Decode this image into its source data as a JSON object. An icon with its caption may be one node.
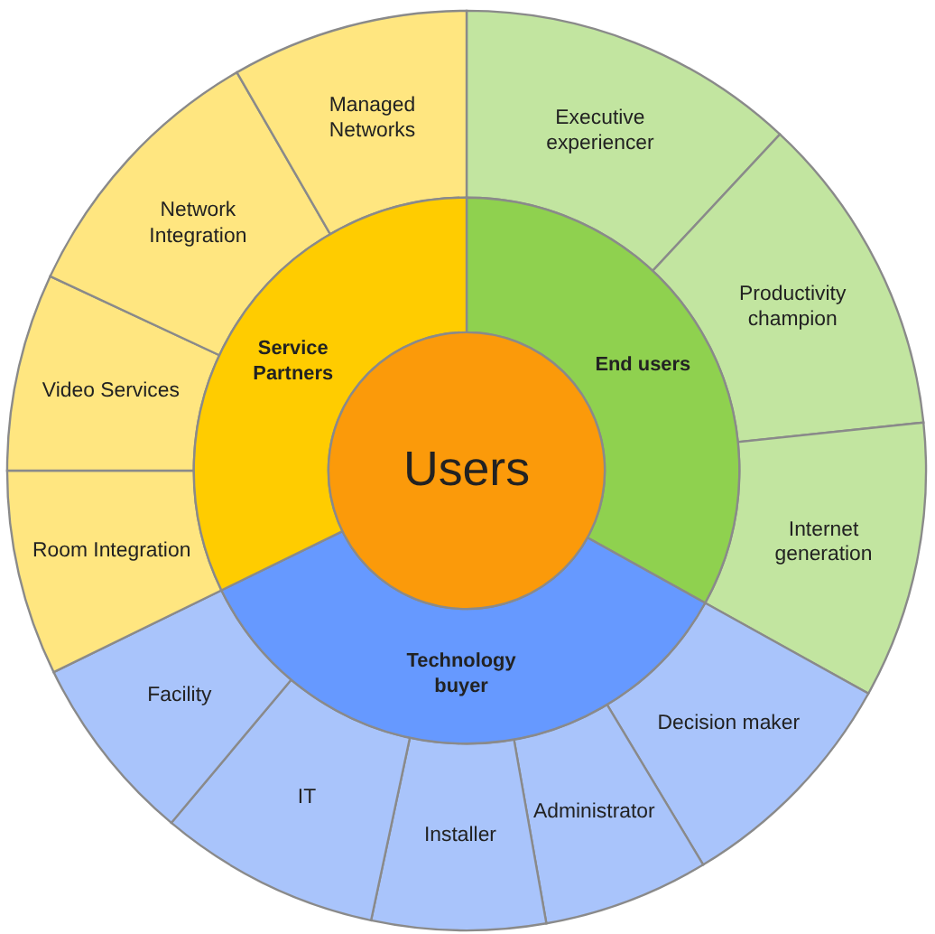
{
  "diagram": {
    "nodes": [
      {
        "text": [
          "Users"
        ]
      },
      {
        "text": [
          "End users"
        ]
      },
      {
        "text": [
          "Technology buyer"
        ]
      },
      {
        "text": [
          "Service Partners"
        ]
      },
      {
        "text": [
          "Executive experiencer"
        ]
      },
      {
        "text": [
          "Productivity champion"
        ]
      },
      {
        "text": [
          "Internet generation"
        ]
      },
      {
        "text": [
          "Decision maker"
        ]
      },
      {
        "text": [
          "Administrator"
        ]
      },
      {
        "text": [
          "Installer"
        ]
      },
      {
        "text": [
          "IT"
        ]
      },
      {
        "text": [
          "Facility"
        ]
      },
      {
        "text": [
          "Room Integration"
        ]
      },
      {
        "text": [
          "Video Services"
        ]
      },
      {
        "text": [
          "Network Integration"
        ]
      },
      {
        "text": [
          "Managed Networks"
        ]
      }
    ]
  }
}
